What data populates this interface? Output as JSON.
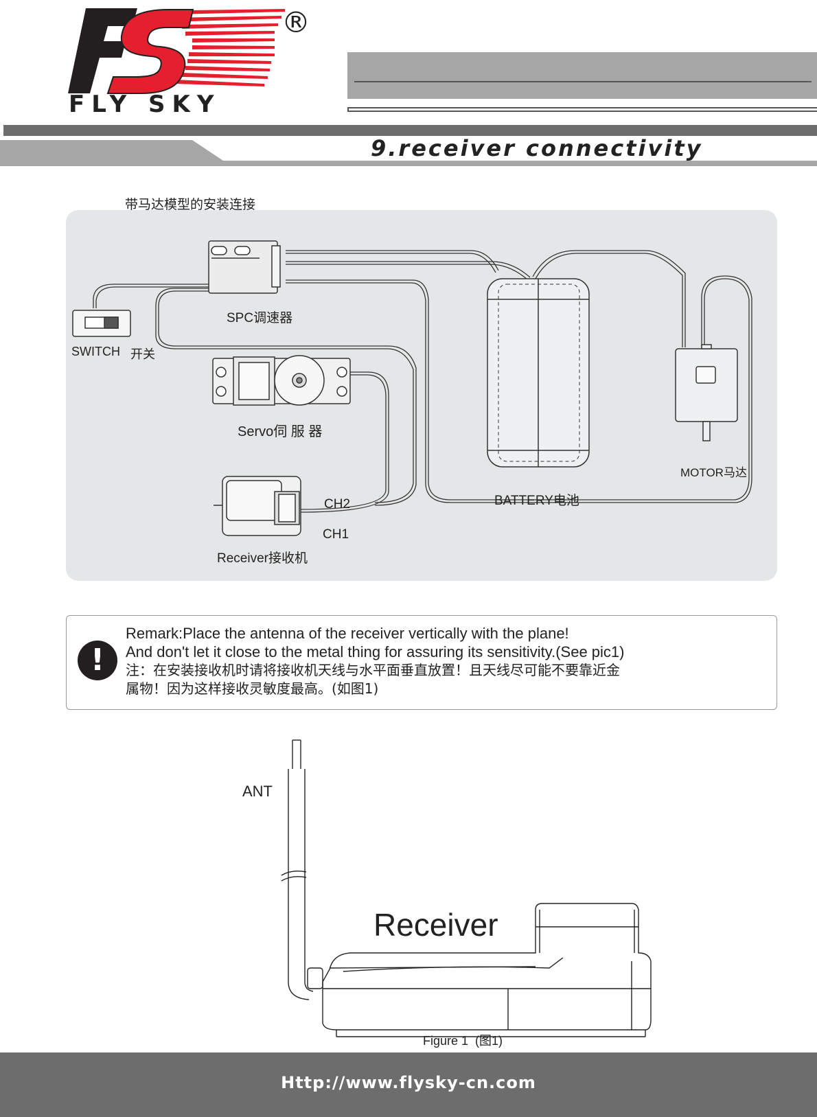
{
  "brand": {
    "logo_letters": "FS",
    "name": "FLY SKY",
    "registered_mark": "®"
  },
  "section_title": "9.receiver connectivity",
  "diagram": {
    "caption": "带马达模型的安装连接",
    "labels": {
      "spc": "SPC调速器",
      "switch": "SWITCH",
      "switch_cn": "开关",
      "servo": "Servo伺 服 器",
      "battery": "BATTERY电池",
      "motor": "MOTOR马达",
      "ch2": "CH2",
      "ch1": "CH1",
      "receiver": "Receiver接收机"
    }
  },
  "remark": {
    "icon": "exclamation-icon",
    "lines": [
      "Remark:Place the antenna of the receiver vertically with the plane!",
      "And don't let it close to the metal thing for assuring its sensitivity.(See pic1)",
      "注：在安装接收机时请将接收机天线与水平面垂直放置！且天线尽可能不要靠近金",
      "属物！因为这样接收灵敏度最高。(如图1)"
    ]
  },
  "figure": {
    "ant_label": "ANT",
    "receiver_label": "Receiver",
    "caption": "Figure 1  (图1)"
  },
  "footer": {
    "url": "Http://www.flysky-cn.com"
  },
  "colors": {
    "header_gray": "#a6a6a7",
    "dark_gray": "#6e6d6e",
    "panel_bg": "#e5e6e7",
    "logo_red": "#e5202e",
    "logo_black": "#231f20"
  }
}
